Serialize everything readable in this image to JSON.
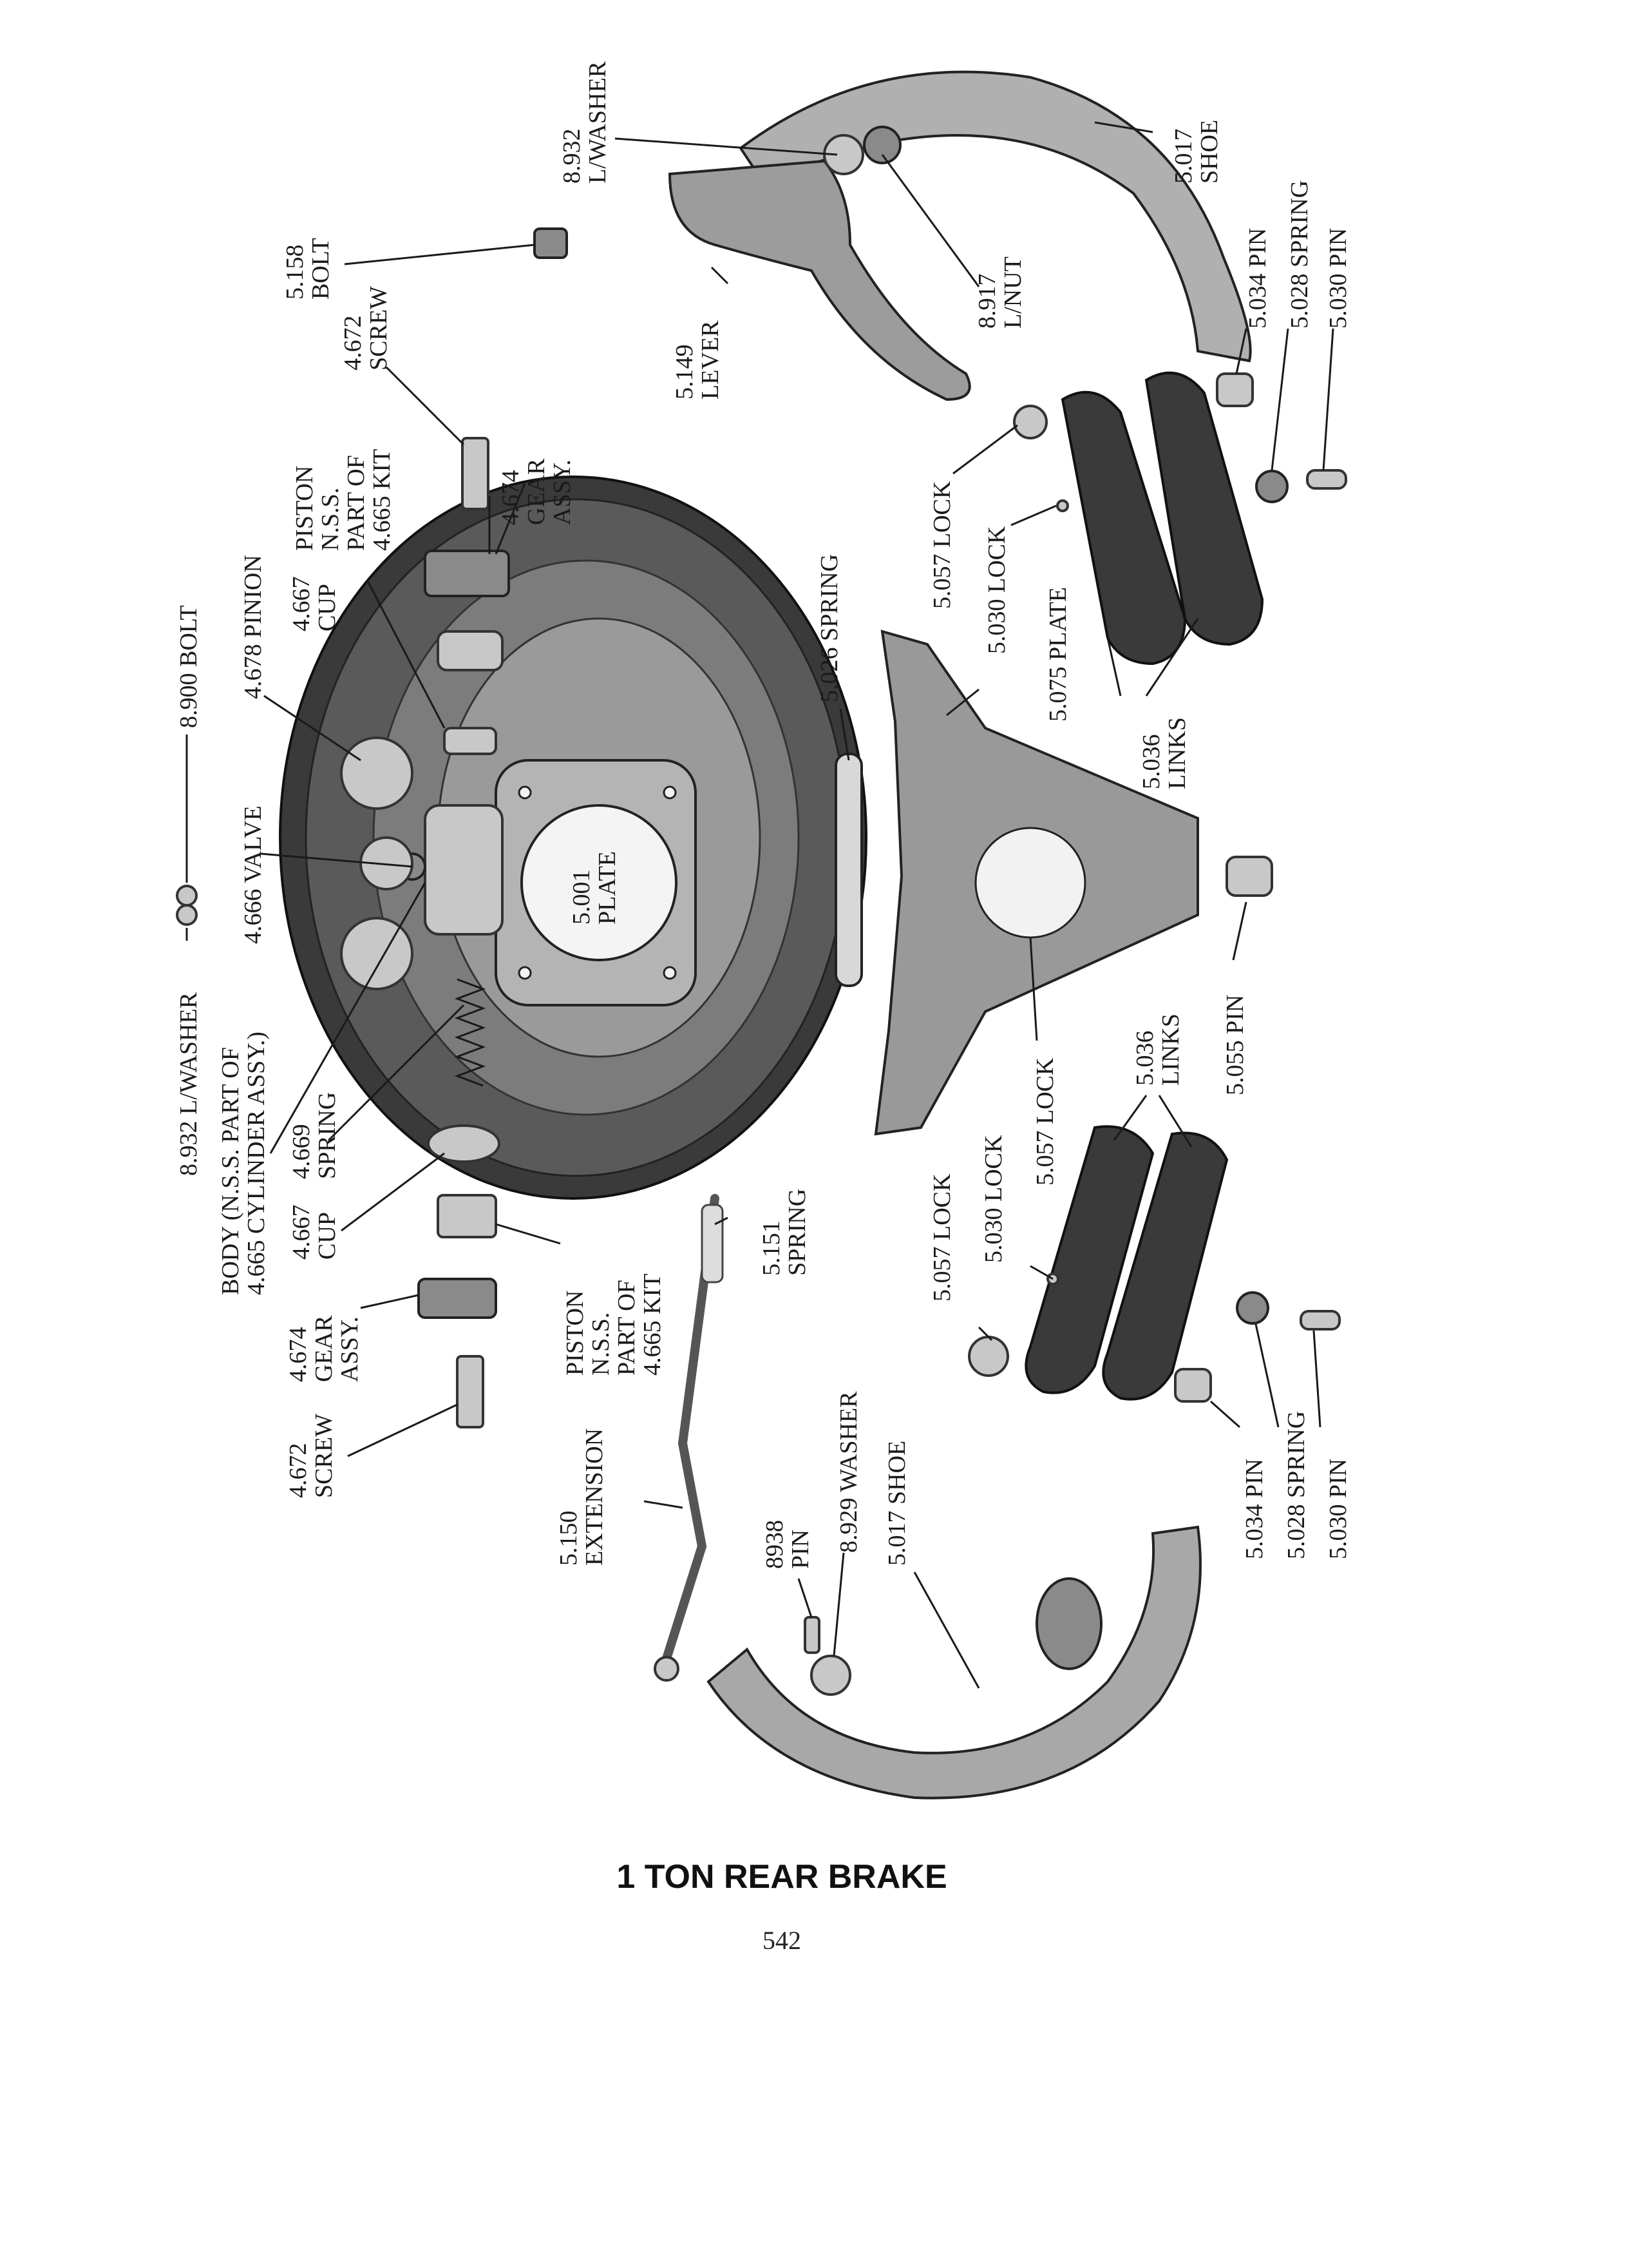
{
  "title": "1 TON REAR BRAKE",
  "page_number": "542",
  "labels": {
    "l_8932_lwasher_top_num": "8.932",
    "l_8932_lwasher_top_txt": "L/WASHER",
    "l_5017_shoe_top_num": "5.017",
    "l_5017_shoe_top_txt": "SHOE",
    "l_8917_lnut_num": "8.917",
    "l_8917_lnut_txt": "L/NUT",
    "l_5149_lever_num": "5.149",
    "l_5149_lever_txt": "LEVER",
    "l_5158_bolt_num": "5.158",
    "l_5158_bolt_txt": "BOLT",
    "l_4672_screw_top_num": "4.672",
    "l_4672_screw_top_txt": "SCREW",
    "l_5034_pin_top": "5.034 PIN",
    "l_5028_spring_top": "5.028 SPRING",
    "l_5030_pin_top": "5.030 PIN",
    "l_piston_top_1": "PISTON",
    "l_piston_top_2": "N.S.S.",
    "l_piston_top_3": "PART OF",
    "l_piston_top_4": "4.665 KIT",
    "l_4674_gear_top_1": "4.674",
    "l_4674_gear_top_2": "GEAR",
    "l_4674_gear_top_3": "ASSY.",
    "l_5057_lock_tr": "5.057 LOCK",
    "l_5030_lock_tr": "5.030 LOCK",
    "l_5075_plate": "5.075 PLATE",
    "l_5026_spring": "5.026 SPRING",
    "l_4667_cup_top_num": "4.667",
    "l_4667_cup_top_txt": "CUP",
    "l_4678_pinion": "4.678 PINION",
    "l_8900_bolt": "8.900 BOLT",
    "l_5036_links_top_num": "5.036",
    "l_5036_links_top_txt": "LINKS",
    "l_4666_valve": "4.666 VALVE",
    "l_5001_plate_num": "5.001",
    "l_5001_plate_txt": "PLATE",
    "l_5055_pin": "5.055 PIN",
    "l_8932_lwasher_left": "8.932 L/WASHER",
    "l_body_1": "BODY (N.S.S. PART OF",
    "l_body_2": "4.665 CYLINDER ASSY.)",
    "l_4669_spring_num": "4.669",
    "l_4669_spring_txt": "SPRING",
    "l_4667_cup_bot_num": "4.667",
    "l_4667_cup_bot_txt": "CUP",
    "l_5057_lock_center": "5.057 LOCK",
    "l_5036_links_bot_num": "5.036",
    "l_5036_links_bot_txt": "LINKS",
    "l_5057_lock_bl": "5.057 LOCK",
    "l_5030_lock_bl": "5.030 LOCK",
    "l_5151_spring_num": "5.151",
    "l_5151_spring_txt": "SPRING",
    "l_piston_bot_1": "PISTON",
    "l_piston_bot_2": "N.S.S.",
    "l_piston_bot_3": "PART OF",
    "l_piston_bot_4": "4.665 KIT",
    "l_4674_gear_bot_1": "4.674",
    "l_4674_gear_bot_2": "GEAR",
    "l_4674_gear_bot_3": "ASSY.",
    "l_4672_screw_bot_num": "4.672",
    "l_4672_screw_bot_txt": "SCREW",
    "l_5150_ext_num": "5.150",
    "l_5150_ext_txt": "EXTENSION",
    "l_8938_pin_num": "8938",
    "l_8938_pin_txt": "PIN",
    "l_8929_washer": "8.929 WASHER",
    "l_5017_shoe_bot": "5.017 SHOE",
    "l_5034_pin_bot": "5.034 PIN",
    "l_5028_spring_bot": "5.028 SPRING",
    "l_5030_pin_bot": "5.030 PIN"
  }
}
